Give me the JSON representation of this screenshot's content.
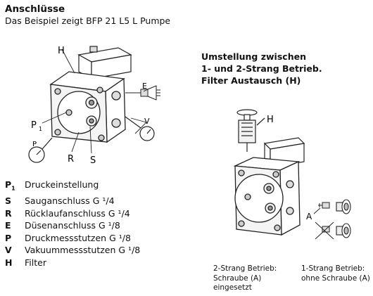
{
  "heading": "Anschlüsse",
  "subheading": "Das Beispiel zeigt BFP 21 L5 L Pumpe",
  "right_heading": {
    "line1": "Umstellung zwischen",
    "line2": "1- und 2-Strang Betrieb.",
    "line3": "Filter Austausch (H)"
  },
  "figure_labels": {
    "H": "H",
    "E": "E",
    "V": "V",
    "P": "P",
    "P1": "P",
    "P1_sub": "1",
    "R": "R",
    "S": "S",
    "H2": "H",
    "A": "A"
  },
  "legend": [
    {
      "sym": "P",
      "sub": "1",
      "text": "Druckeinstellung"
    },
    {
      "sym": "S",
      "sub": "",
      "text": "Sauganschluss G ¹/4"
    },
    {
      "sym": "R",
      "sub": "",
      "text": "Rücklaufanschluss G ¹/4"
    },
    {
      "sym": "E",
      "sub": "",
      "text": "Düsenanschluss G ¹/8"
    },
    {
      "sym": "P",
      "sub": "",
      "text": "Druckmessstutzen G ¹/8"
    },
    {
      "sym": "V",
      "sub": "",
      "text": "Vakuummessstutzen G ¹/8"
    },
    {
      "sym": "H",
      "sub": "",
      "text": "Filter"
    }
  ],
  "captions": {
    "two_strand": {
      "line1": "2-Strang Betrieb:",
      "line2": "Schraube (A)",
      "line3": "eingesetzt"
    },
    "one_strand": {
      "line1": "1-Strang Betrieb:",
      "line2": "ohne Schraube (A)"
    }
  }
}
